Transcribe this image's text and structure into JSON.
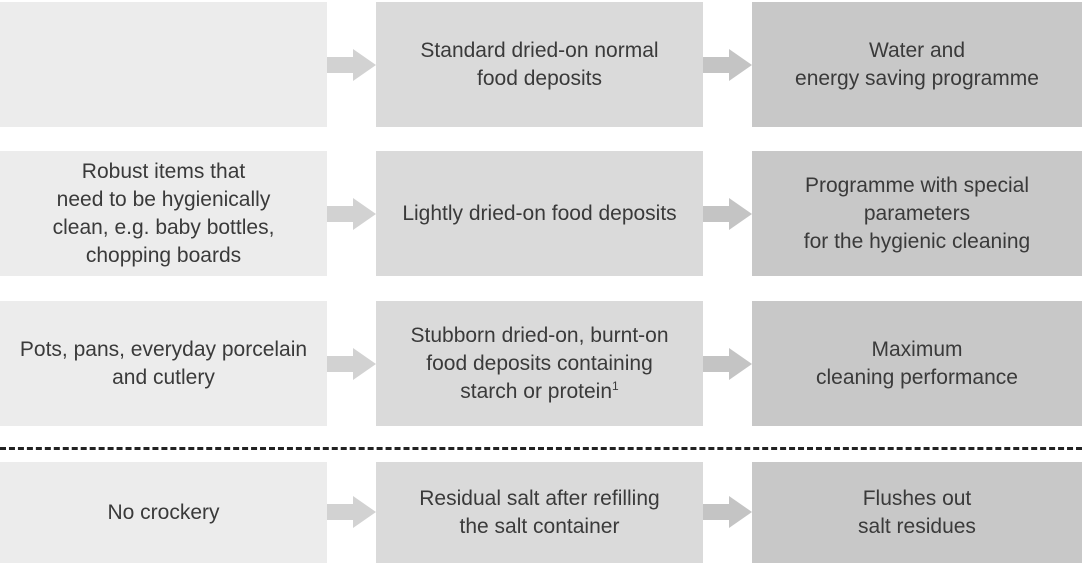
{
  "rows": [
    {
      "item": "",
      "deposit": "Standard dried-on normal\nfood deposits",
      "programme": "Water and\nenergy saving programme"
    },
    {
      "item": "Robust items that\nneed to be hygienically\nclean, e.g. baby bottles,\nchopping boards",
      "deposit": "Lightly dried-on food deposits",
      "programme": "Programme with special\nparameters\nfor the hygienic cleaning"
    },
    {
      "item": "Pots, pans, everyday porcelain\nand cutlery",
      "deposit": "Stubborn dried-on, burnt-on\nfood deposits containing\nstarch or protein",
      "deposit_footnote": "1",
      "programme": "Maximum\ncleaning performance"
    },
    {
      "item": "No crockery",
      "deposit": "Residual salt after refilling\nthe salt container",
      "programme": "Flushes out\nsalt residues"
    }
  ],
  "colors": {
    "column_1": "#ececec",
    "column_2": "#dadada",
    "column_3": "#c8c8c8",
    "arrow": "#d2d2d2",
    "divider": "#222222"
  },
  "icons": {
    "connector": "right-arrow-icon"
  }
}
